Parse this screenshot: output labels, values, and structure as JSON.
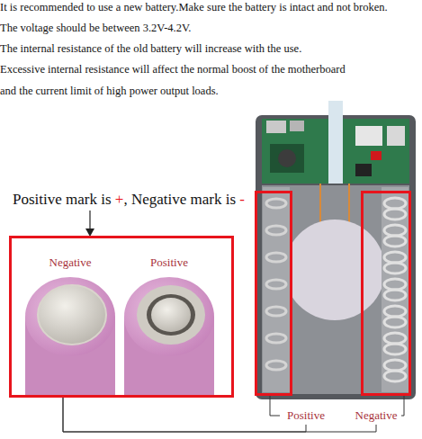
{
  "diagram": {
    "nodes": [
      {
        "text": [
          "Negative",
          "Positive"
        ]
      },
      {
        "text": [
          "Positive"
        ]
      },
      {
        "text": [
          "Negative"
        ]
      }
    ],
    "edges": [
      {
        "from": 0,
        "to": 1,
        "arrow": "none"
      },
      {
        "from": 0,
        "to": 2,
        "arrow": "none"
      }
    ],
    "labels": [
      "It is recommended to use a new battery.Make sure the battery is intact and not broken.",
      "The voltage should be between 3.2V-4.2V.",
      "The internal resistance of the old battery will increase with the use.",
      "Excessive internal resistance will affect the normal boost of the motherboard",
      "and the current limit of high power output loads.",
      "Positive mark is +, Negative mark is -"
    ]
  }
}
